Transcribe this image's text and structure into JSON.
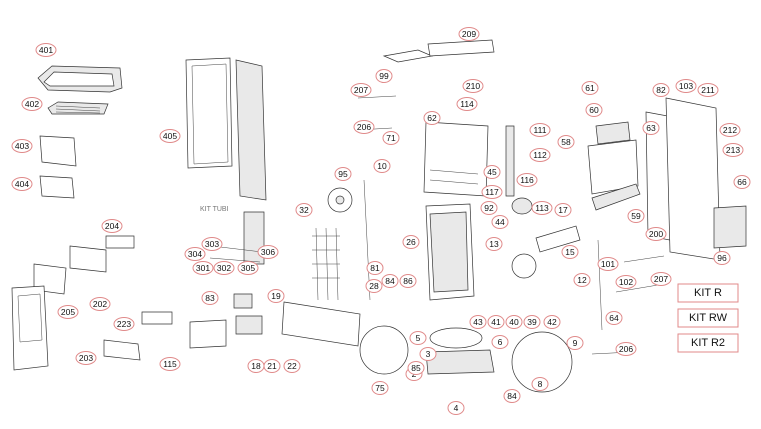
{
  "diagram": {
    "kit_tubi_label": "KIT TUBI",
    "kits": [
      "KIT R",
      "KIT RW",
      "KIT R2"
    ],
    "part_labels": [
      "401",
      "402",
      "403",
      "404",
      "405",
      "204",
      "202",
      "205",
      "203",
      "115",
      "223",
      "83",
      "19",
      "18",
      "21",
      "22",
      "303",
      "304",
      "301",
      "302",
      "306",
      "305",
      "32",
      "10",
      "95",
      "99",
      "209",
      "207",
      "206",
      "71",
      "62",
      "210",
      "114",
      "111",
      "112",
      "117",
      "116",
      "92",
      "45",
      "113",
      "44",
      "26",
      "81",
      "28",
      "84",
      "86",
      "13",
      "43",
      "41",
      "40",
      "39",
      "42",
      "17",
      "15",
      "12",
      "61",
      "60",
      "58",
      "59",
      "63",
      "82",
      "103",
      "211",
      "212",
      "213",
      "66",
      "96",
      "200",
      "101",
      "102",
      "207",
      "64",
      "206",
      "9",
      "5",
      "3",
      "6",
      "2",
      "85",
      "8",
      "4",
      "84",
      "75"
    ]
  }
}
